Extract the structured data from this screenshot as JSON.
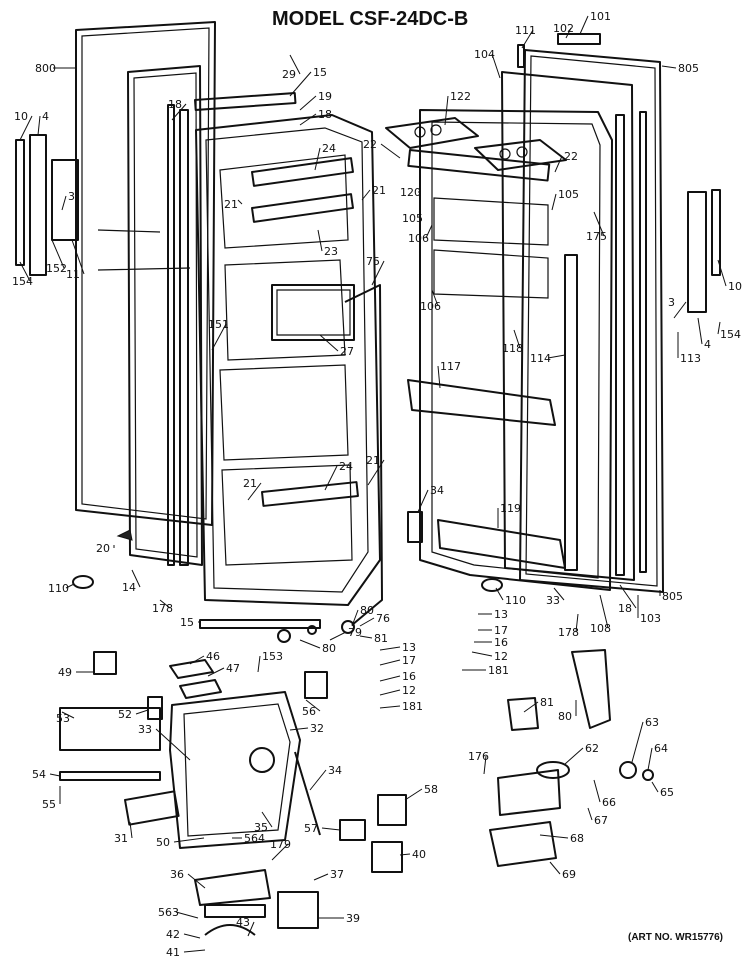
{
  "title": "MODEL CSF-24DC-B",
  "art_number": "(ART NO. WR15776)",
  "callouts": [
    {
      "id": "c800",
      "text": "800"
    },
    {
      "id": "c10l",
      "text": "10"
    },
    {
      "id": "c4l",
      "text": "4"
    },
    {
      "id": "c3l",
      "text": "3"
    },
    {
      "id": "c154l",
      "text": "154"
    },
    {
      "id": "c152",
      "text": "152"
    },
    {
      "id": "c11",
      "text": "11"
    },
    {
      "id": "c29",
      "text": "29"
    },
    {
      "id": "c15t",
      "text": "15"
    },
    {
      "id": "c19",
      "text": "19"
    },
    {
      "id": "c18l",
      "text": "18"
    },
    {
      "id": "c18c",
      "text": "18"
    },
    {
      "id": "c24t",
      "text": "24"
    },
    {
      "id": "c21a",
      "text": "21"
    },
    {
      "id": "c21b",
      "text": "21"
    },
    {
      "id": "c23",
      "text": "23"
    },
    {
      "id": "c151",
      "text": "151"
    },
    {
      "id": "c75",
      "text": "75"
    },
    {
      "id": "c27",
      "text": "27"
    },
    {
      "id": "c24b",
      "text": "24"
    },
    {
      "id": "c21c",
      "text": "21"
    },
    {
      "id": "c21d",
      "text": "21"
    },
    {
      "id": "c20",
      "text": "20"
    },
    {
      "id": "c110l",
      "text": "110"
    },
    {
      "id": "c14",
      "text": "14"
    },
    {
      "id": "c178l",
      "text": "178"
    },
    {
      "id": "c15b",
      "text": "15"
    },
    {
      "id": "c111",
      "text": "111"
    },
    {
      "id": "c102",
      "text": "102"
    },
    {
      "id": "c101",
      "text": "101"
    },
    {
      "id": "c104",
      "text": "104"
    },
    {
      "id": "c805t",
      "text": "805"
    },
    {
      "id": "c122",
      "text": "122"
    },
    {
      "id": "c22l",
      "text": "22"
    },
    {
      "id": "c22r",
      "text": "22"
    },
    {
      "id": "c120",
      "text": "120"
    },
    {
      "id": "c105l",
      "text": "105"
    },
    {
      "id": "c105r",
      "text": "105"
    },
    {
      "id": "c106a",
      "text": "106"
    },
    {
      "id": "c175",
      "text": "175"
    },
    {
      "id": "c106b",
      "text": "106"
    },
    {
      "id": "c10r",
      "text": "10"
    },
    {
      "id": "c3r",
      "text": "3"
    },
    {
      "id": "c154r",
      "text": "154"
    },
    {
      "id": "c4r",
      "text": "4"
    },
    {
      "id": "c113",
      "text": "113"
    },
    {
      "id": "c118",
      "text": "118"
    },
    {
      "id": "c114",
      "text": "114"
    },
    {
      "id": "c117",
      "text": "117"
    },
    {
      "id": "c34r",
      "text": "34"
    },
    {
      "id": "c119",
      "text": "119"
    },
    {
      "id": "c110r",
      "text": "110"
    },
    {
      "id": "c33r",
      "text": "33"
    },
    {
      "id": "c178r",
      "text": "178"
    },
    {
      "id": "c108",
      "text": "108"
    },
    {
      "id": "c18r",
      "text": "18"
    },
    {
      "id": "c103",
      "text": "103"
    },
    {
      "id": "c805b",
      "text": "805"
    },
    {
      "id": "c80a",
      "text": "80"
    },
    {
      "id": "c76",
      "text": "76"
    },
    {
      "id": "c80b",
      "text": "80"
    },
    {
      "id": "c79",
      "text": "79"
    },
    {
      "id": "c81a",
      "text": "81"
    },
    {
      "id": "c13a",
      "text": "13"
    },
    {
      "id": "c17a",
      "text": "17"
    },
    {
      "id": "c16a",
      "text": "16"
    },
    {
      "id": "c12a",
      "text": "12"
    },
    {
      "id": "c181a",
      "text": "181"
    },
    {
      "id": "c49",
      "text": "49"
    },
    {
      "id": "c46",
      "text": "46"
    },
    {
      "id": "c47",
      "text": "47"
    },
    {
      "id": "c153",
      "text": "153"
    },
    {
      "id": "c13b",
      "text": "13"
    },
    {
      "id": "c17b",
      "text": "17"
    },
    {
      "id": "c16b",
      "text": "16"
    },
    {
      "id": "c12b",
      "text": "12"
    },
    {
      "id": "c181b",
      "text": "181"
    },
    {
      "id": "c56",
      "text": "56"
    },
    {
      "id": "c52",
      "text": "52"
    },
    {
      "id": "c53",
      "text": "53"
    },
    {
      "id": "c33l",
      "text": "33"
    },
    {
      "id": "c32",
      "text": "32"
    },
    {
      "id": "c54",
      "text": "54"
    },
    {
      "id": "c55",
      "text": "55"
    },
    {
      "id": "c34l",
      "text": "34"
    },
    {
      "id": "c31",
      "text": "31"
    },
    {
      "id": "c35",
      "text": "35"
    },
    {
      "id": "c58",
      "text": "58"
    },
    {
      "id": "c50",
      "text": "50"
    },
    {
      "id": "c564",
      "text": "564"
    },
    {
      "id": "c179",
      "text": "179"
    },
    {
      "id": "c57",
      "text": "57"
    },
    {
      "id": "c40",
      "text": "40"
    },
    {
      "id": "c36",
      "text": "36"
    },
    {
      "id": "c37",
      "text": "37"
    },
    {
      "id": "c563",
      "text": "563"
    },
    {
      "id": "c39",
      "text": "39"
    },
    {
      "id": "c42",
      "text": "42"
    },
    {
      "id": "c43",
      "text": "43"
    },
    {
      "id": "c41",
      "text": "41"
    },
    {
      "id": "c81b",
      "text": "81"
    },
    {
      "id": "c80c",
      "text": "80"
    },
    {
      "id": "c176",
      "text": "176"
    },
    {
      "id": "c62",
      "text": "62"
    },
    {
      "id": "c63",
      "text": "63"
    },
    {
      "id": "c64",
      "text": "64"
    },
    {
      "id": "c65",
      "text": "65"
    },
    {
      "id": "c66",
      "text": "66"
    },
    {
      "id": "c67",
      "text": "67"
    },
    {
      "id": "c68",
      "text": "68"
    },
    {
      "id": "c69",
      "text": "69"
    }
  ]
}
